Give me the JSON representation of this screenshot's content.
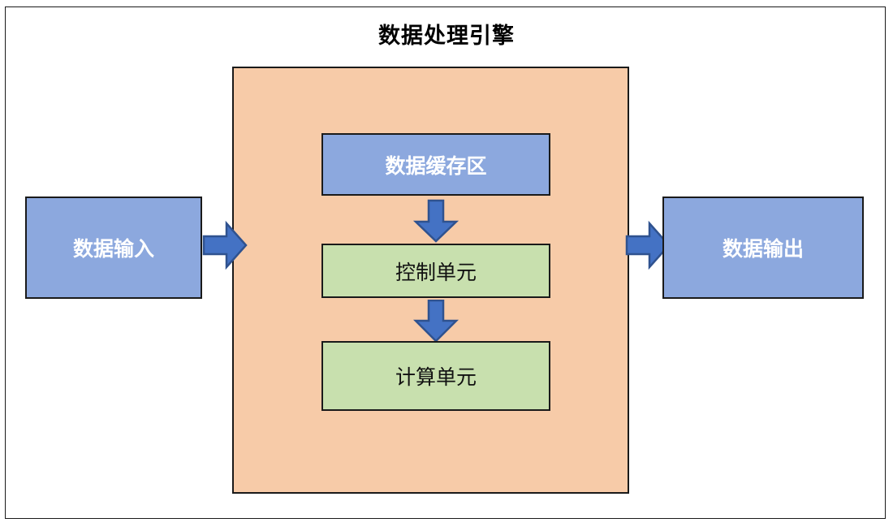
{
  "diagram": {
    "title": "数据处理引擎",
    "frame": {
      "border_color": "#1a1a1a",
      "background": "#ffffff"
    },
    "engine": {
      "label": "数据处理引擎",
      "fill_color": "#F7CBA8",
      "border_color": "#1a1a1a"
    },
    "nodes": [
      {
        "id": "data-input",
        "label": "数据输入",
        "fill_color": "#8CA8DE",
        "text_color": "#FFFFFF",
        "shape": "rectangle"
      },
      {
        "id": "data-buffer",
        "label": "数据缓存区",
        "fill_color": "#8CA8DE",
        "text_color": "#FFFFFF",
        "shape": "rectangle"
      },
      {
        "id": "control-unit",
        "label": "控制单元",
        "fill_color": "#C8E0AE",
        "text_color": "#111111",
        "shape": "rectangle"
      },
      {
        "id": "compute-unit",
        "label": "计算单元",
        "fill_color": "#C8E0AE",
        "text_color": "#111111",
        "shape": "rectangle"
      },
      {
        "id": "data-output",
        "label": "数据输出",
        "fill_color": "#8CA8DE",
        "text_color": "#FFFFFF",
        "shape": "rectangle"
      }
    ],
    "arrows": [
      {
        "id": "input-to-engine",
        "direction": "right",
        "from": "data-input",
        "to": "data-processing-engine",
        "fill_color": "#4472C4",
        "border_color": "#2F528F"
      },
      {
        "id": "buffer-to-control",
        "direction": "down",
        "from": "data-buffer",
        "to": "control-unit",
        "fill_color": "#4472C4",
        "border_color": "#2F528F"
      },
      {
        "id": "control-to-compute",
        "direction": "down",
        "from": "control-unit",
        "to": "compute-unit",
        "fill_color": "#4472C4",
        "border_color": "#2F528F"
      },
      {
        "id": "engine-to-output",
        "direction": "right",
        "from": "data-processing-engine",
        "to": "data-output",
        "fill_color": "#4472C4",
        "border_color": "#2F528F"
      }
    ]
  }
}
